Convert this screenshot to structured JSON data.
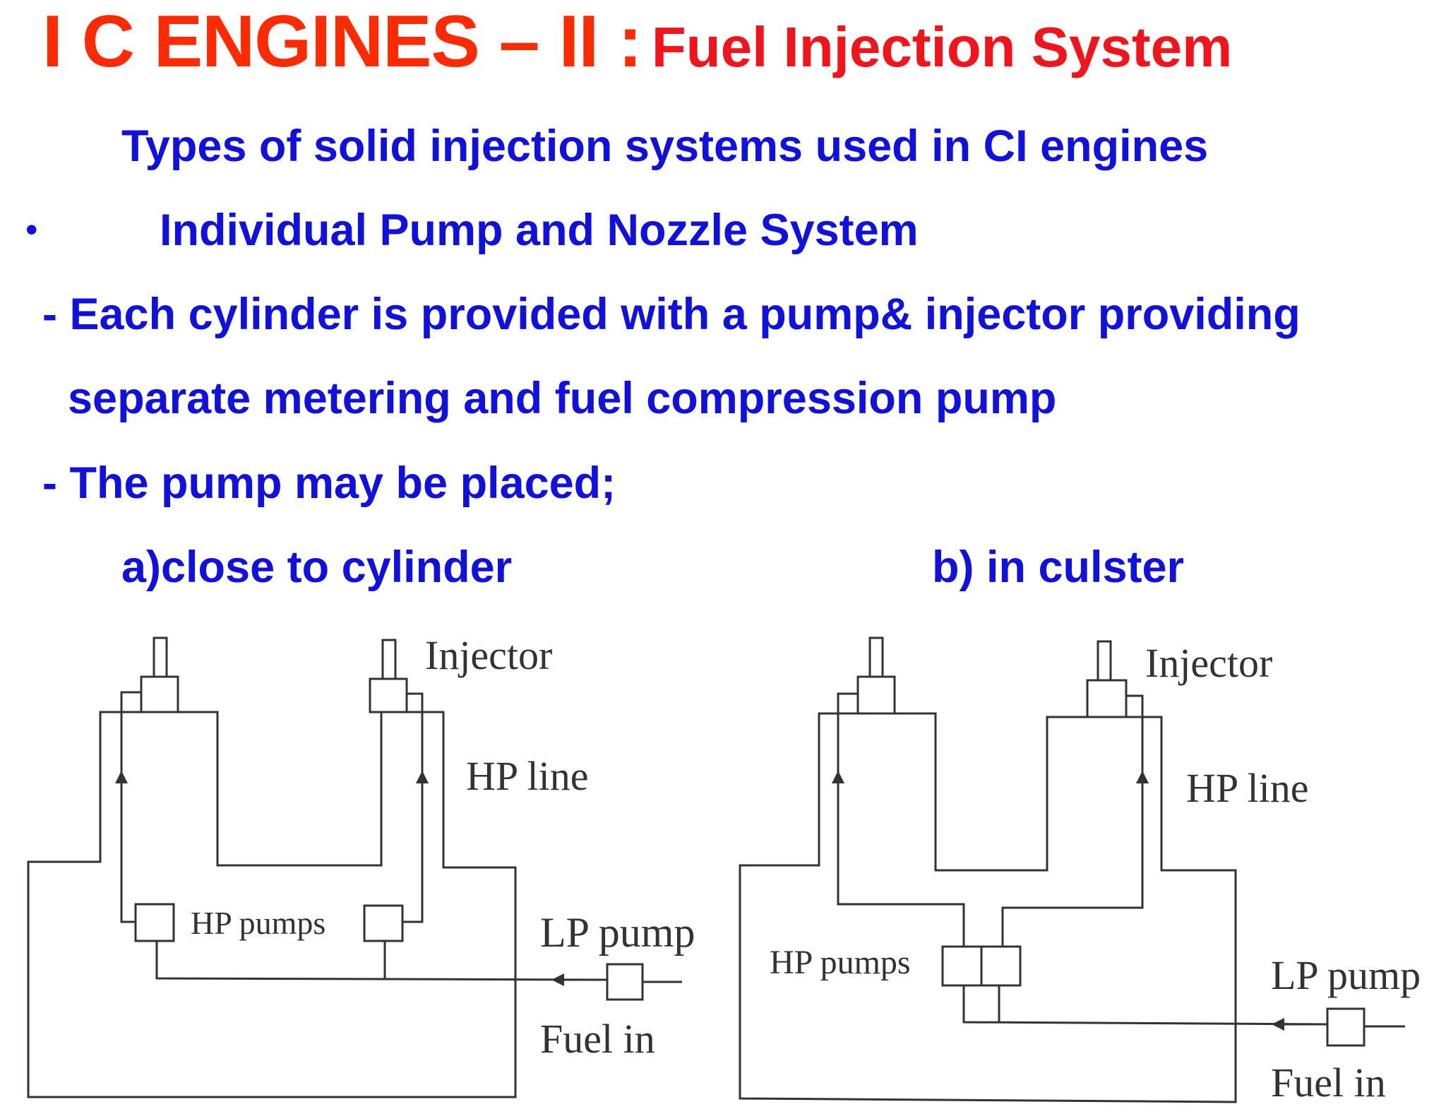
{
  "title": {
    "main": "I C ENGINES – II :",
    "sub": "Fuel Injection System"
  },
  "heading": "Types of solid injection systems used in CI engines",
  "bullet_symbol": "•",
  "bullet_text": "Individual Pump and Nozzle System",
  "line1": "- Each cylinder is provided with a pump& injector providing",
  "line2": "separate metering and fuel compression pump",
  "line3": "- The pump may be placed;",
  "option_a": "a)close to cylinder",
  "option_b": "b) in culster",
  "diagram_a": {
    "injector": "Injector",
    "hp_line": "HP line",
    "hp_pumps": "HP pumps",
    "lp_pump": "LP pump",
    "fuel_in": "Fuel in"
  },
  "diagram_b": {
    "injector": "Injector",
    "hp_line": "HP line",
    "hp_pumps": "HP pumps",
    "lp_pump": "LP pump",
    "fuel_in": "Fuel in"
  }
}
